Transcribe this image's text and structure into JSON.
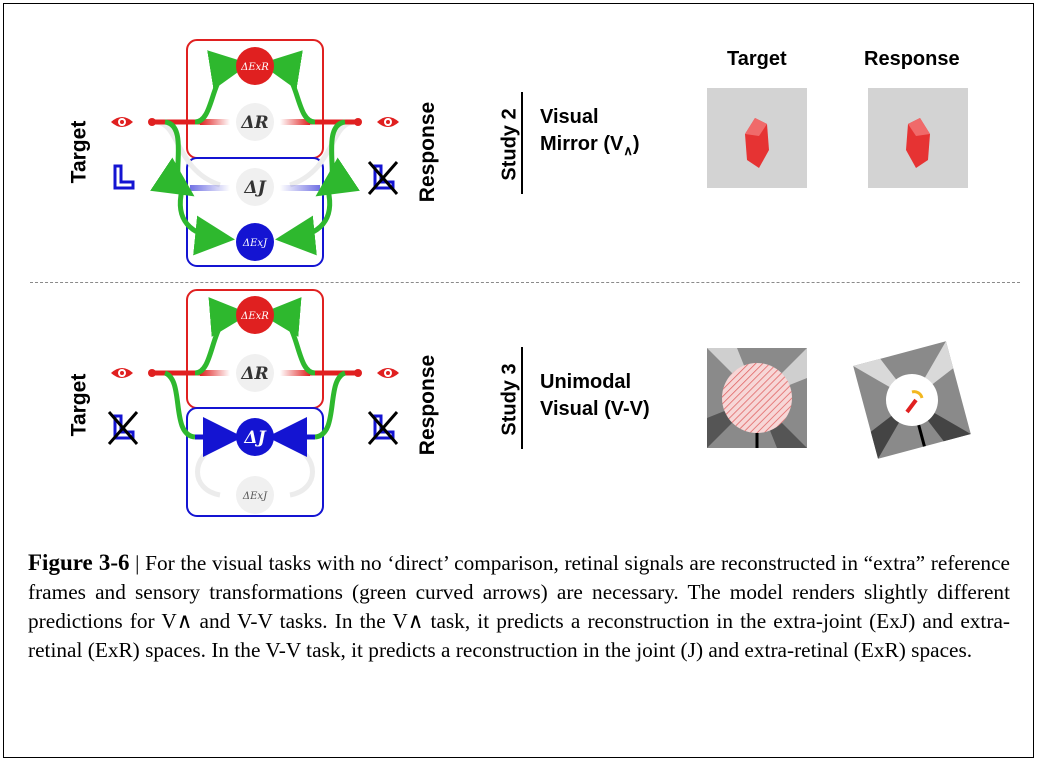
{
  "diagram": {
    "panel_top": {
      "left_label": "Target",
      "right_label": "Response",
      "node_top": "ΔExR",
      "node_mid": "ΔR",
      "node_joint": "ΔJ",
      "node_bottom": "ΔExJ"
    },
    "panel_bottom": {
      "left_label": "Target",
      "right_label": "Response",
      "node_top": "ΔExR",
      "node_mid": "ΔR",
      "node_joint": "ΔJ",
      "node_bottom": "ΔExJ"
    },
    "colors": {
      "retinal": "#e02020",
      "joint": "#1414d2",
      "transform": "#2eb82e",
      "inactive": "#e8e8e8"
    }
  },
  "columns": {
    "target": "Target",
    "response": "Response"
  },
  "studies": [
    {
      "study": "Study 2",
      "task_line1": "Visual",
      "task_line2": "Mirror (V",
      "task_sub": "∧",
      "task_line2_end": ")"
    },
    {
      "study": "Study 3",
      "task_line1": "Unimodal",
      "task_line2": "Visual (V-V)"
    }
  ],
  "caption": {
    "figure": "Figure 3-6",
    "separator": " | ",
    "text": "For the visual tasks with no ‘direct’ comparison, retinal signals are reconstructed in “extra” reference frames and sensory transformations (green curved arrows) are necessary. The model renders slightly different predictions for V∧ and V-V tasks. In the V∧ task, it predicts a reconstruction in the extra-joint (ExJ) and extra-retinal (ExR) spaces. In the V-V task, it predicts a reconstruction in the joint (J) and extra-retinal (ExR) spaces."
  }
}
